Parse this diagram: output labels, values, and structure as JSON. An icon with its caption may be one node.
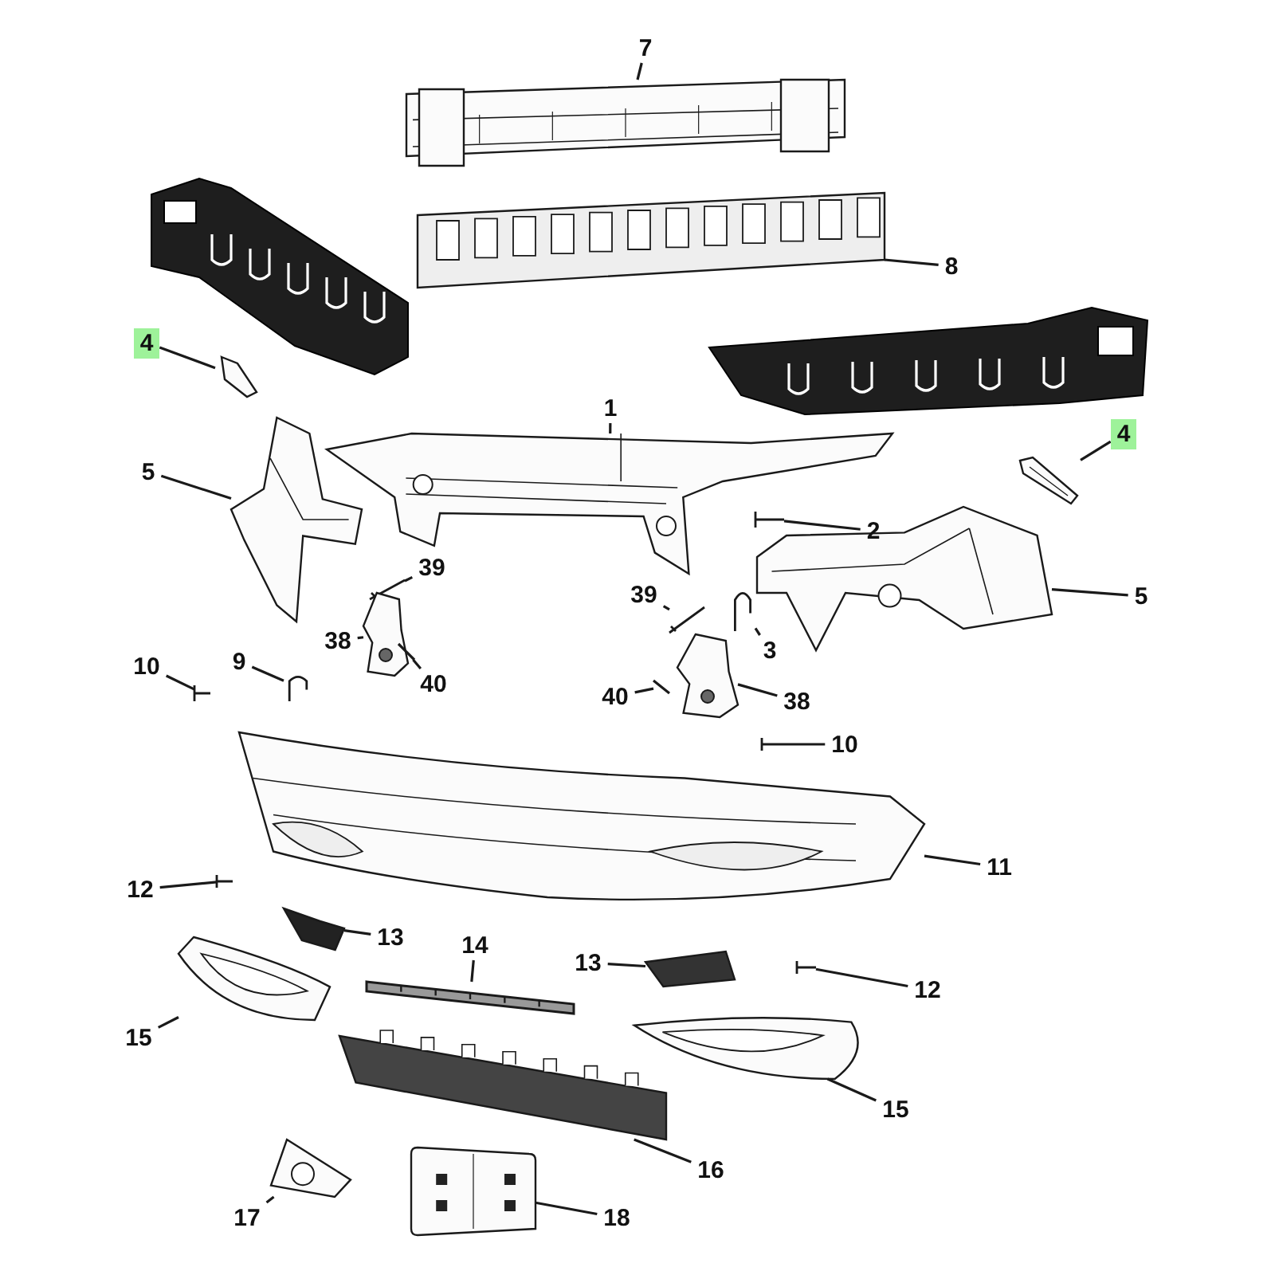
{
  "diagram": {
    "nodes": [
      {
        "text": [
          "7"
        ]
      },
      {
        "text": [],
        "shape": "picture"
      },
      {
        "text": [
          "8"
        ]
      },
      {
        "text": [],
        "shape": "picture"
      },
      {
        "text": [
          "4"
        ]
      },
      {
        "text": [],
        "shape": "picture"
      },
      {
        "text": [
          "1"
        ]
      },
      {
        "text": [],
        "shape": "picture"
      },
      {
        "text": [
          "4"
        ]
      },
      {
        "text": [],
        "shape": "picture"
      },
      {
        "text": [
          "5"
        ]
      },
      {
        "text": [],
        "shape": "picture"
      },
      {
        "text": [
          "2"
        ]
      },
      {
        "text": [],
        "shape": "picture"
      },
      {
        "text": [
          "5"
        ]
      },
      {
        "text": [],
        "shape": "picture"
      },
      {
        "text": [
          "39"
        ]
      },
      {
        "text": [],
        "shape": "picture"
      },
      {
        "text": [
          "38"
        ]
      },
      {
        "text": [],
        "shape": "picture"
      },
      {
        "text": [
          "40"
        ]
      },
      {
        "text": [],
        "shape": "picture"
      },
      {
        "text": [
          "9"
        ]
      },
      {
        "text": [],
        "shape": "picture"
      },
      {
        "text": [
          "10"
        ]
      },
      {
        "text": [],
        "shape": "picture"
      },
      {
        "text": [
          "39"
        ]
      },
      {
        "text": [],
        "shape": "picture"
      },
      {
        "text": [
          "3"
        ]
      },
      {
        "text": [],
        "shape": "picture"
      },
      {
        "text": [
          "40"
        ]
      },
      {
        "text": [],
        "shape": "picture"
      },
      {
        "text": [
          "38"
        ]
      },
      {
        "text": [],
        "shape": "picture"
      },
      {
        "text": [
          "10"
        ]
      },
      {
        "text": [],
        "shape": "picture"
      },
      {
        "text": [
          "11"
        ]
      },
      {
        "text": [],
        "shape": "picture"
      },
      {
        "text": [
          "12"
        ]
      },
      {
        "text": [],
        "shape": "picture"
      },
      {
        "text": [
          "13"
        ]
      },
      {
        "text": [],
        "shape": "picture"
      },
      {
        "text": [
          "14"
        ]
      },
      {
        "text": [],
        "shape": "picture"
      },
      {
        "text": [
          "13"
        ]
      },
      {
        "text": [],
        "shape": "picture"
      },
      {
        "text": [
          "12"
        ]
      },
      {
        "text": [],
        "shape": "picture"
      },
      {
        "text": [
          "15"
        ]
      },
      {
        "text": [],
        "shape": "picture"
      },
      {
        "text": [
          "15"
        ]
      },
      {
        "text": [],
        "shape": "picture"
      },
      {
        "text": [
          "16"
        ]
      },
      {
        "text": [],
        "shape": "picture"
      },
      {
        "text": [
          "17"
        ]
      },
      {
        "text": [],
        "shape": "picture"
      },
      {
        "text": [
          "18"
        ]
      },
      {
        "text": [],
        "shape": "picture"
      }
    ],
    "edges": [
      {
        "from": 0,
        "to": 1,
        "arrow": "none"
      },
      {
        "from": 2,
        "to": 3,
        "arrow": "none"
      },
      {
        "from": 4,
        "to": 5,
        "arrow": "none"
      },
      {
        "from": 6,
        "to": 7,
        "arrow": "none"
      },
      {
        "from": 8,
        "to": 9,
        "arrow": "none"
      },
      {
        "from": 10,
        "to": 11,
        "arrow": "none"
      },
      {
        "from": 12,
        "to": 13,
        "arrow": "none"
      },
      {
        "from": 14,
        "to": 15,
        "arrow": "none"
      },
      {
        "from": 16,
        "to": 17,
        "arrow": "none"
      },
      {
        "from": 18,
        "to": 19,
        "arrow": "none"
      },
      {
        "from": 20,
        "to": 21,
        "arrow": "none"
      },
      {
        "from": 22,
        "to": 23,
        "arrow": "none"
      },
      {
        "from": 24,
        "to": 25,
        "arrow": "none"
      },
      {
        "from": 26,
        "to": 27,
        "arrow": "none"
      },
      {
        "from": 28,
        "to": 29,
        "arrow": "none"
      },
      {
        "from": 30,
        "to": 31,
        "arrow": "none"
      },
      {
        "from": 32,
        "to": 33,
        "arrow": "none"
      },
      {
        "from": 34,
        "to": 35,
        "arrow": "none"
      },
      {
        "from": 36,
        "to": 37,
        "arrow": "none"
      },
      {
        "from": 38,
        "to": 39,
        "arrow": "none"
      },
      {
        "from": 40,
        "to": 41,
        "arrow": "none"
      },
      {
        "from": 42,
        "to": 43,
        "arrow": "none"
      },
      {
        "from": 44,
        "to": 45,
        "arrow": "none"
      },
      {
        "from": 46,
        "to": 47,
        "arrow": "none"
      },
      {
        "from": 48,
        "to": 49,
        "arrow": "none"
      },
      {
        "from": 50,
        "to": 51,
        "arrow": "none"
      },
      {
        "from": 52,
        "to": 53,
        "arrow": "none"
      },
      {
        "from": 54,
        "to": 55,
        "arrow": "none"
      },
      {
        "from": 56,
        "to": 57,
        "arrow": "none"
      }
    ]
  }
}
